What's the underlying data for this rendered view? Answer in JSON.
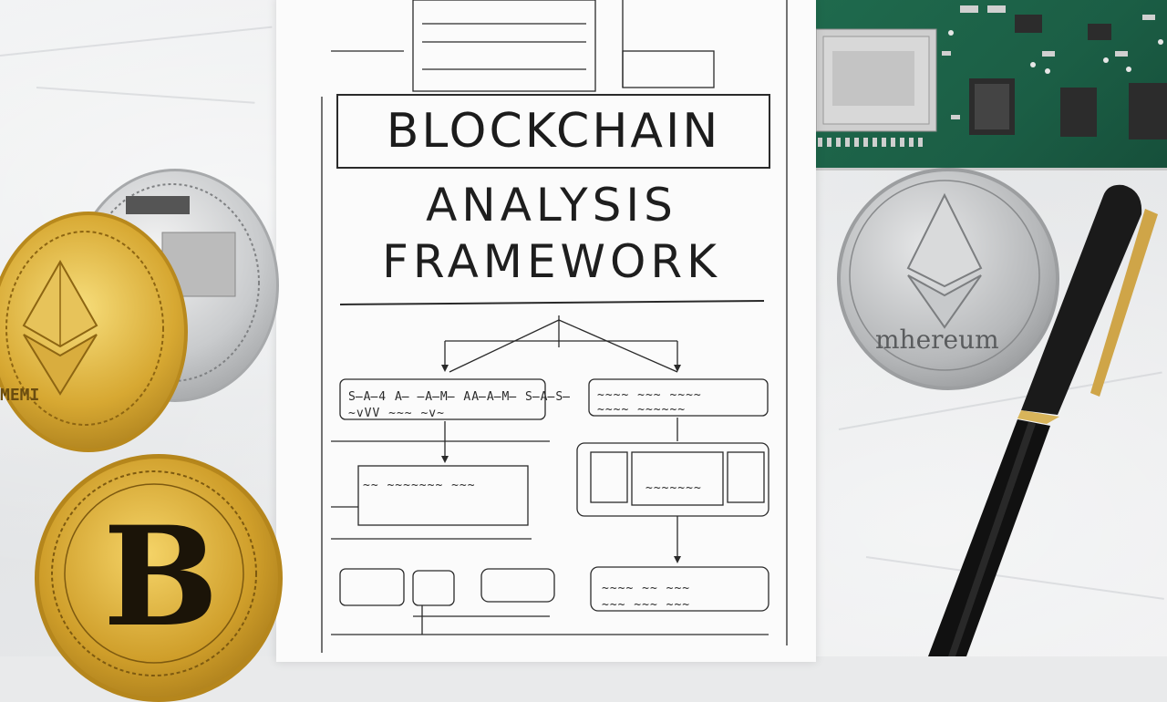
{
  "notebook": {
    "title": "BLOCKCHAIN",
    "subtitle_line1": "ANALYSIS",
    "subtitle_line2": "FRAMEWORK",
    "scribbles": [
      "S̶A̶4 A̶ ̶A̶M̶ AA̶A̶M̶ S̶A̶S̶",
      "~vVV ~~~ ~v~",
      "~~~~ ~~~ ~~~~",
      "~~~~ ~~~~~~",
      "~~ ~~~~~~~ ~~~",
      "~~~~~~~",
      "~~~~ ~~ ~~~",
      "~~~ ~~~ ~~~"
    ]
  },
  "coins": {
    "gold_eth_text": "MEMI",
    "silver_eth_text": "mhereum",
    "bitcoin_symbol": "B"
  },
  "colors": {
    "gold": "#d4a72c",
    "silver": "#b9bbbe",
    "pcb_green": "#1f6a4d",
    "pen_black": "#141414",
    "ink": "#222222"
  }
}
